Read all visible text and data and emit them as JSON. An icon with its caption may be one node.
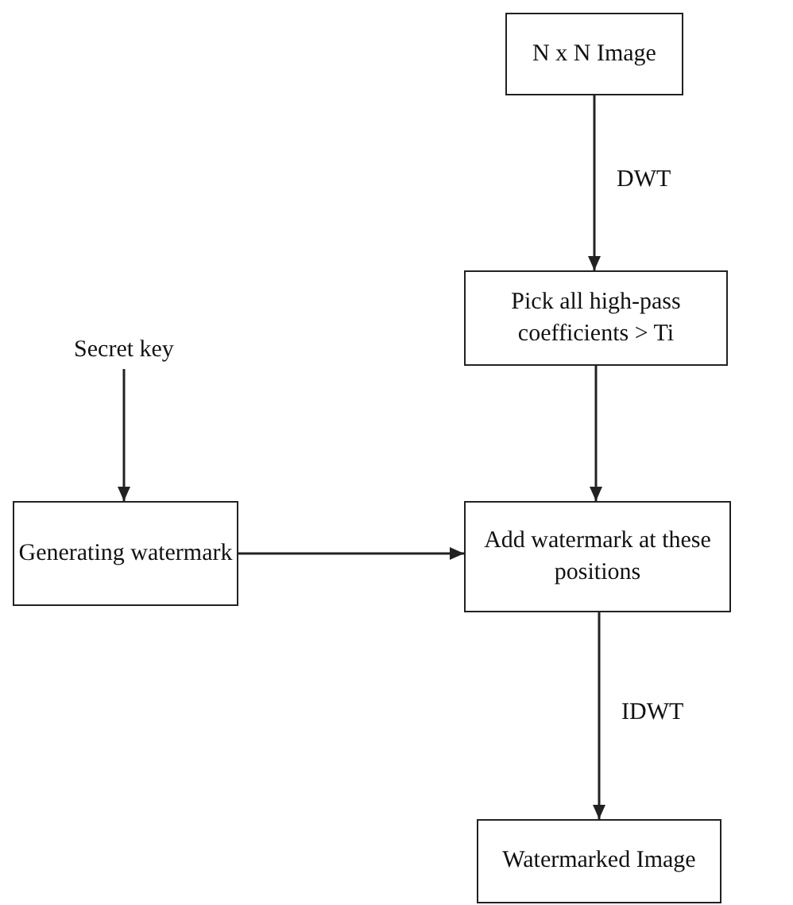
{
  "diagram": {
    "nodes": [
      {
        "text": [
          "N x N Image"
        ]
      },
      {
        "text": [
          "Pick all high-pass coefficients > Ti"
        ]
      },
      {
        "text": [
          "Secret key"
        ]
      },
      {
        "text": [
          "Generating watermark"
        ]
      },
      {
        "text": [
          "Add watermark at these positions"
        ]
      },
      {
        "text": [
          "Watermarked Image"
        ]
      }
    ],
    "edges": [
      {
        "from": 0,
        "to": 1,
        "arrow": "to",
        "label": "DWT"
      },
      {
        "from": 2,
        "to": 3,
        "arrow": "to"
      },
      {
        "from": 1,
        "to": 4,
        "arrow": "to"
      },
      {
        "from": 3,
        "to": 4,
        "arrow": "to"
      },
      {
        "from": 4,
        "to": 5,
        "arrow": "to",
        "label": "IDWT"
      }
    ]
  }
}
